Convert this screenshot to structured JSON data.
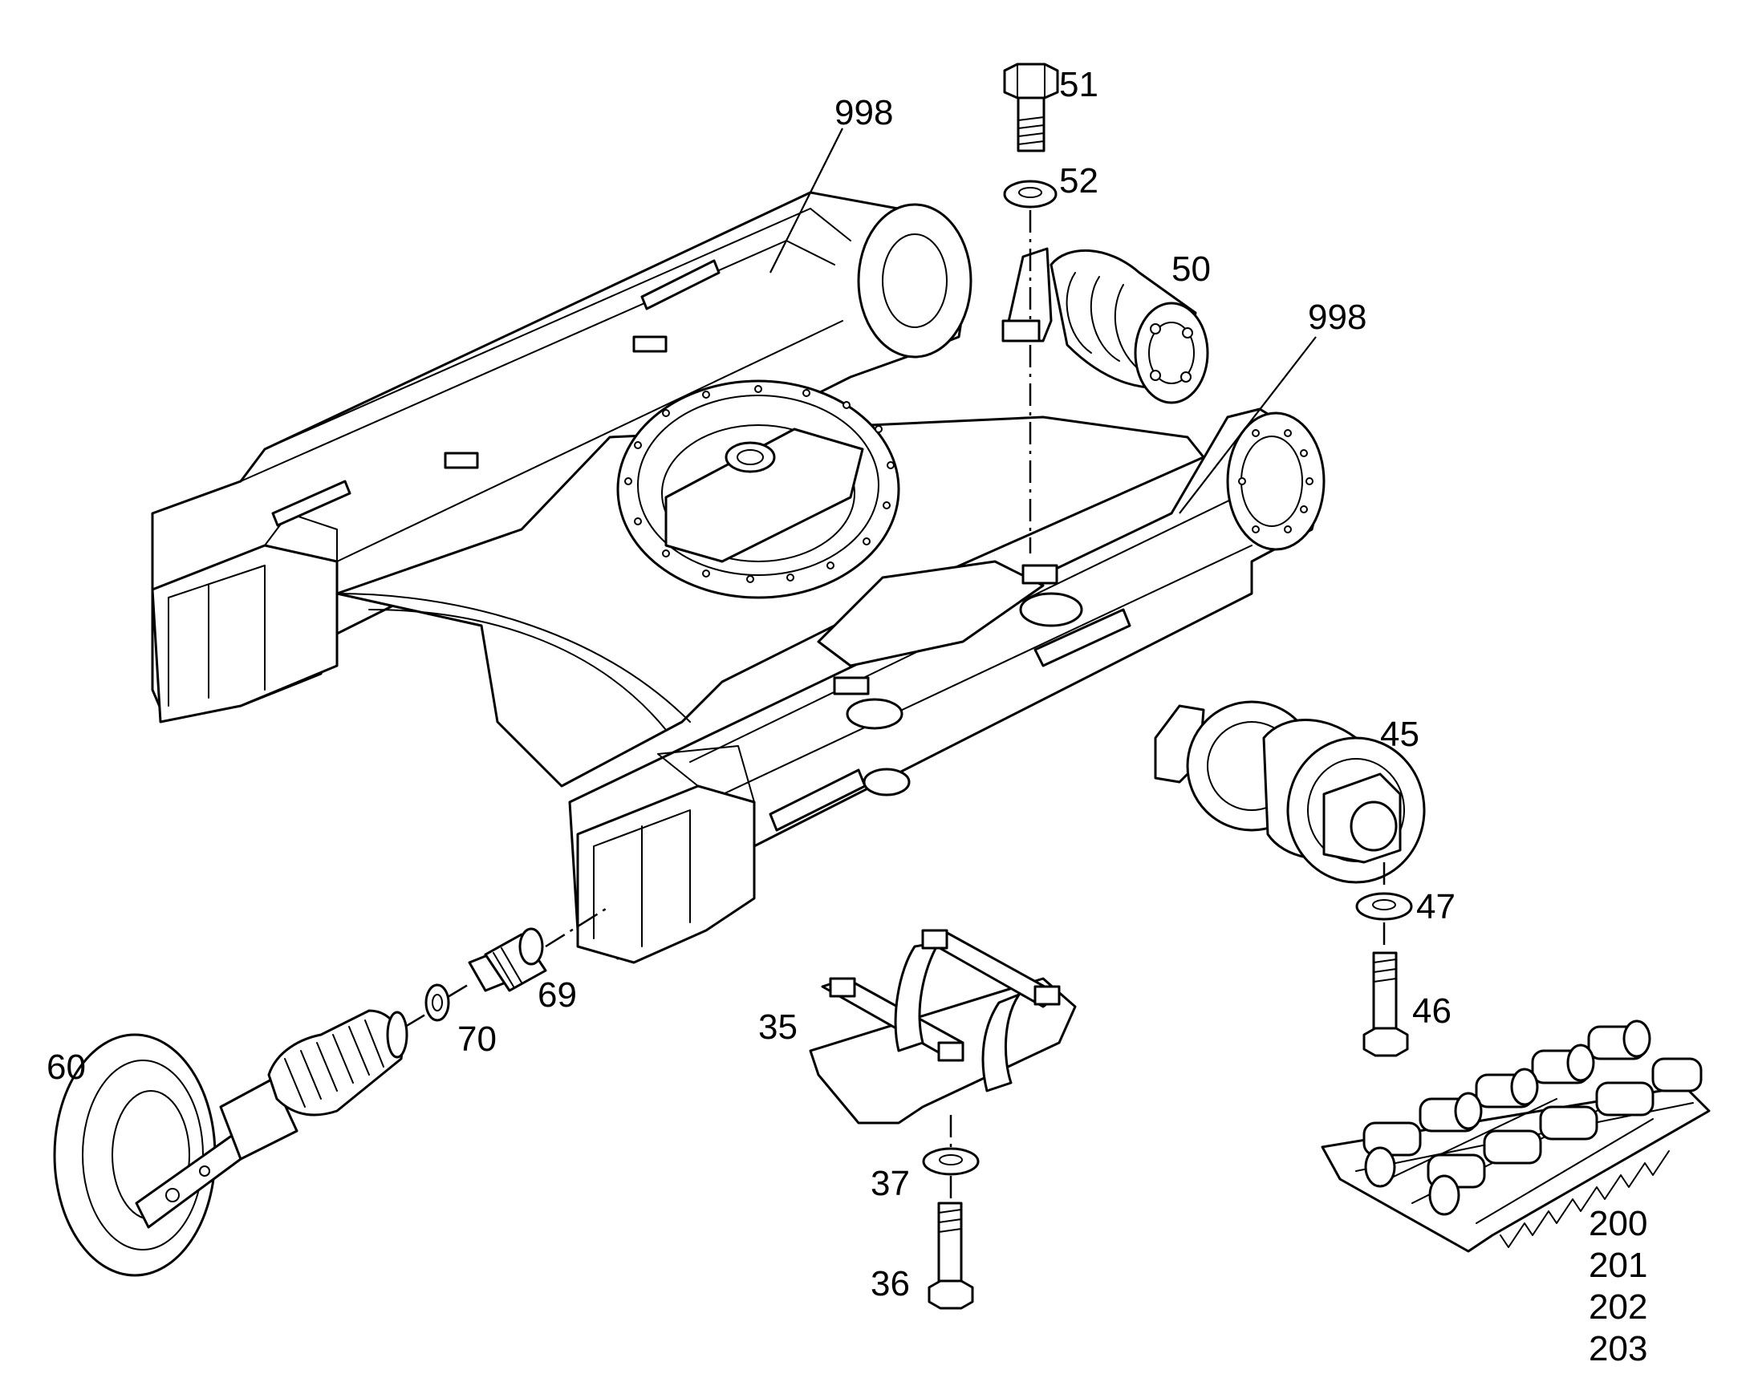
{
  "colors": {
    "ink": "#000000",
    "paper": "#ffffff"
  },
  "callouts": {
    "c998a": "998",
    "c51": "51",
    "c52": "52",
    "c50": "50",
    "c998b": "998",
    "c45": "45",
    "c47": "47",
    "c46": "46",
    "c69": "69",
    "c70": "70",
    "c60": "60",
    "c35": "35",
    "c37": "37",
    "c36": "36",
    "c200": "200",
    "c201": "201",
    "c202": "202",
    "c203": "203"
  }
}
